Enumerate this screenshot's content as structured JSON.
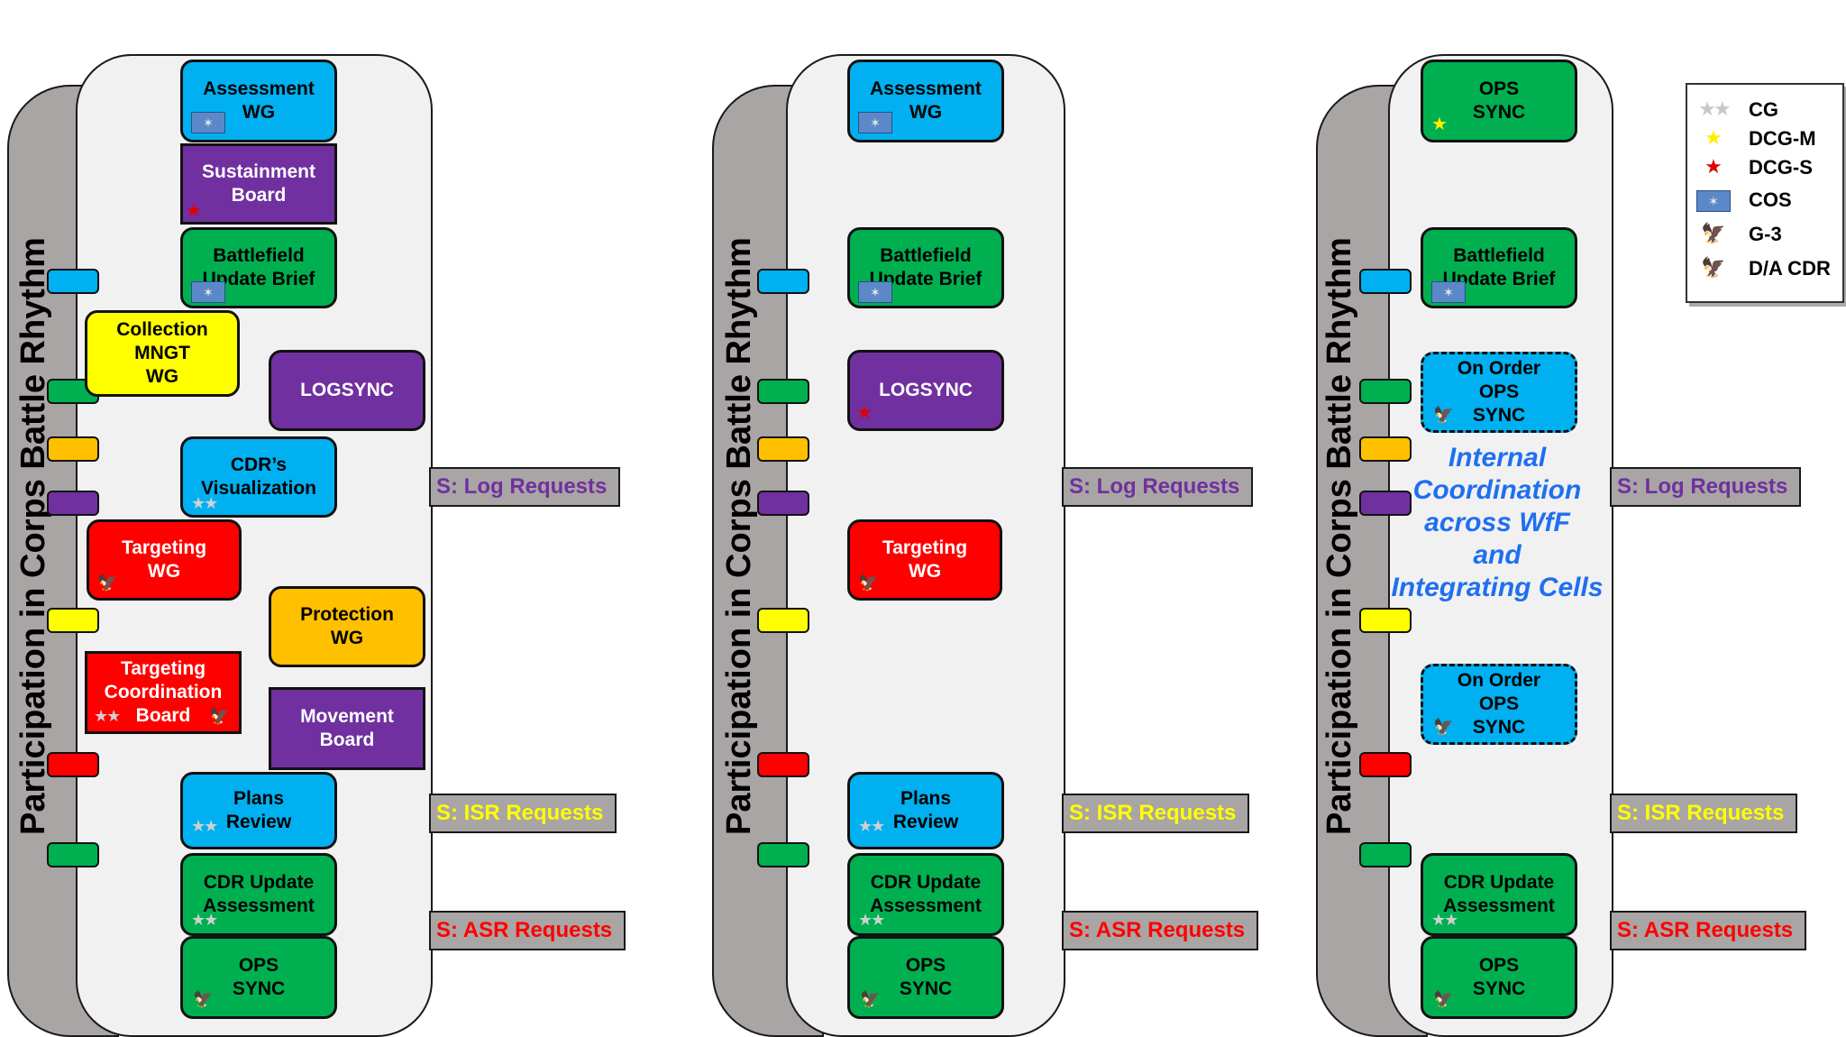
{
  "side_label": "Participation in Corps Battle Rhythm",
  "columns": [
    {
      "boxes": {
        "assessment": "Assessment\nWG",
        "sustainment": "Sustainment\nBoard",
        "bub": "Battlefield\nUpdate Brief",
        "collection": "Collection\nMNGT\nWG",
        "logsync": "LOGSYNC",
        "cdrviz": "CDR’s\nVisualization",
        "targeting": "Targeting\nWG",
        "protection": "Protection\nWG",
        "tcb": "Targeting\nCoordination\nBoard",
        "movement": "Movement\nBoard",
        "plans": "Plans\nReview",
        "cdrupdate": "CDR Update\nAssessment",
        "opssync": "OPS\nSYNC"
      }
    },
    {
      "boxes": {
        "assessment": "Assessment\nWG",
        "bub": "Battlefield\nUpdate Brief",
        "logsync": "LOGSYNC",
        "targeting": "Targeting\nWG",
        "plans": "Plans\nReview",
        "cdrupdate": "CDR Update\nAssessment",
        "opssync": "OPS\nSYNC"
      }
    },
    {
      "boxes": {
        "opssync_top": "OPS\nSYNC",
        "bub": "Battlefield\nUpdate Brief",
        "onorder1": "On Order\nOPS\nSYNC",
        "onorder2": "On Order\nOPS\nSYNC",
        "cdrupdate": "CDR Update\nAssessment",
        "opssync": "OPS\nSYNC"
      },
      "internal_text": "Internal\nCoordination\nacross WfF\nand\nIntegrating Cells"
    }
  ],
  "requests": {
    "log": "S: Log Requests",
    "isr": "S: ISR Requests",
    "asr": "S: ASR Requests"
  },
  "request_colors": {
    "log": "#7030a0",
    "isr": "#ffff00",
    "asr": "#ff0000"
  },
  "legend": [
    {
      "icon": "two-silver-stars",
      "label": "CG"
    },
    {
      "icon": "yellow-star",
      "label": "DCG-M"
    },
    {
      "icon": "red-star",
      "label": "DCG-S"
    },
    {
      "icon": "cos-insignia",
      "label": "COS"
    },
    {
      "icon": "silver-eagle",
      "label": "G-3"
    },
    {
      "icon": "black-eagle",
      "label": "D/A CDR"
    }
  ],
  "colors": {
    "blue": "#00b0f0",
    "green": "#00b050",
    "purple": "#7030a0",
    "yellow": "#ffff00",
    "red": "#ff0000",
    "orange": "#ffc000",
    "internal_text": "#1f6ff0",
    "panel_gray": "#a9a5a4"
  }
}
